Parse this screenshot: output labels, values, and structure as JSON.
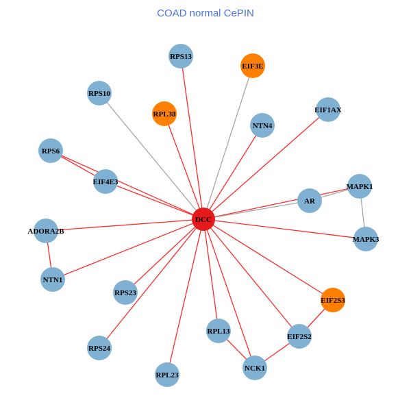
{
  "title": "COAD normal CePIN",
  "colors": {
    "query": "#e41a1c",
    "highlight": "#ff7f00",
    "normal": "#80b1d3",
    "edge_red": "#ff2a2a",
    "edge_gray": "#a6a6a6"
  },
  "nodes": [
    {
      "id": "DCC",
      "type": "query"
    },
    {
      "id": "RPS13",
      "type": "normal"
    },
    {
      "id": "EIF3E",
      "type": "highlight"
    },
    {
      "id": "RPS10",
      "type": "normal"
    },
    {
      "id": "RPL38",
      "type": "highlight"
    },
    {
      "id": "NTN4",
      "type": "normal"
    },
    {
      "id": "EIF1AX",
      "type": "normal"
    },
    {
      "id": "RPS6",
      "type": "normal"
    },
    {
      "id": "EIF4E3",
      "type": "normal"
    },
    {
      "id": "MAPK1",
      "type": "normal"
    },
    {
      "id": "AR",
      "type": "normal"
    },
    {
      "id": "ADORA2B",
      "type": "normal"
    },
    {
      "id": "MAPK3",
      "type": "normal"
    },
    {
      "id": "NTN1",
      "type": "normal"
    },
    {
      "id": "RPS23",
      "type": "normal"
    },
    {
      "id": "EIF2S3",
      "type": "highlight"
    },
    {
      "id": "RPL13",
      "type": "normal"
    },
    {
      "id": "EIF2S2",
      "type": "normal"
    },
    {
      "id": "RPS24",
      "type": "normal"
    },
    {
      "id": "NCK1",
      "type": "normal"
    },
    {
      "id": "RPL23",
      "type": "normal"
    }
  ],
  "edges": [
    {
      "source": "DCC",
      "target": "RPS13",
      "color": "red"
    },
    {
      "source": "DCC",
      "target": "EIF3E",
      "color": "gray"
    },
    {
      "source": "DCC",
      "target": "RPS10",
      "color": "gray"
    },
    {
      "source": "DCC",
      "target": "RPL38",
      "color": "red"
    },
    {
      "source": "DCC",
      "target": "NTN4",
      "color": "red"
    },
    {
      "source": "DCC",
      "target": "EIF1AX",
      "color": "red"
    },
    {
      "source": "DCC",
      "target": "RPS6",
      "color": "red"
    },
    {
      "source": "DCC",
      "target": "EIF4E3",
      "color": "red"
    },
    {
      "source": "RPS6",
      "target": "EIF4E3",
      "color": "red"
    },
    {
      "source": "DCC",
      "target": "MAPK1",
      "color": "red"
    },
    {
      "source": "DCC",
      "target": "AR",
      "color": "gray"
    },
    {
      "source": "AR",
      "target": "MAPK1",
      "color": "gray"
    },
    {
      "source": "MAPK1",
      "target": "MAPK3",
      "color": "gray"
    },
    {
      "source": "DCC",
      "target": "MAPK3",
      "color": "red"
    },
    {
      "source": "DCC",
      "target": "ADORA2B",
      "color": "red"
    },
    {
      "source": "ADORA2B",
      "target": "NTN1",
      "color": "red"
    },
    {
      "source": "DCC",
      "target": "NTN1",
      "color": "red"
    },
    {
      "source": "DCC",
      "target": "RPS23",
      "color": "red"
    },
    {
      "source": "DCC",
      "target": "RPS24",
      "color": "red"
    },
    {
      "source": "DCC",
      "target": "RPL23",
      "color": "red"
    },
    {
      "source": "DCC",
      "target": "RPL13",
      "color": "red"
    },
    {
      "source": "DCC",
      "target": "NCK1",
      "color": "red"
    },
    {
      "source": "DCC",
      "target": "EIF2S2",
      "color": "red"
    },
    {
      "source": "DCC",
      "target": "EIF2S3",
      "color": "red"
    },
    {
      "source": "RPL13",
      "target": "NCK1",
      "color": "red"
    },
    {
      "source": "NCK1",
      "target": "EIF2S2",
      "color": "red"
    },
    {
      "source": "EIF2S2",
      "target": "EIF2S3",
      "color": "red"
    }
  ]
}
